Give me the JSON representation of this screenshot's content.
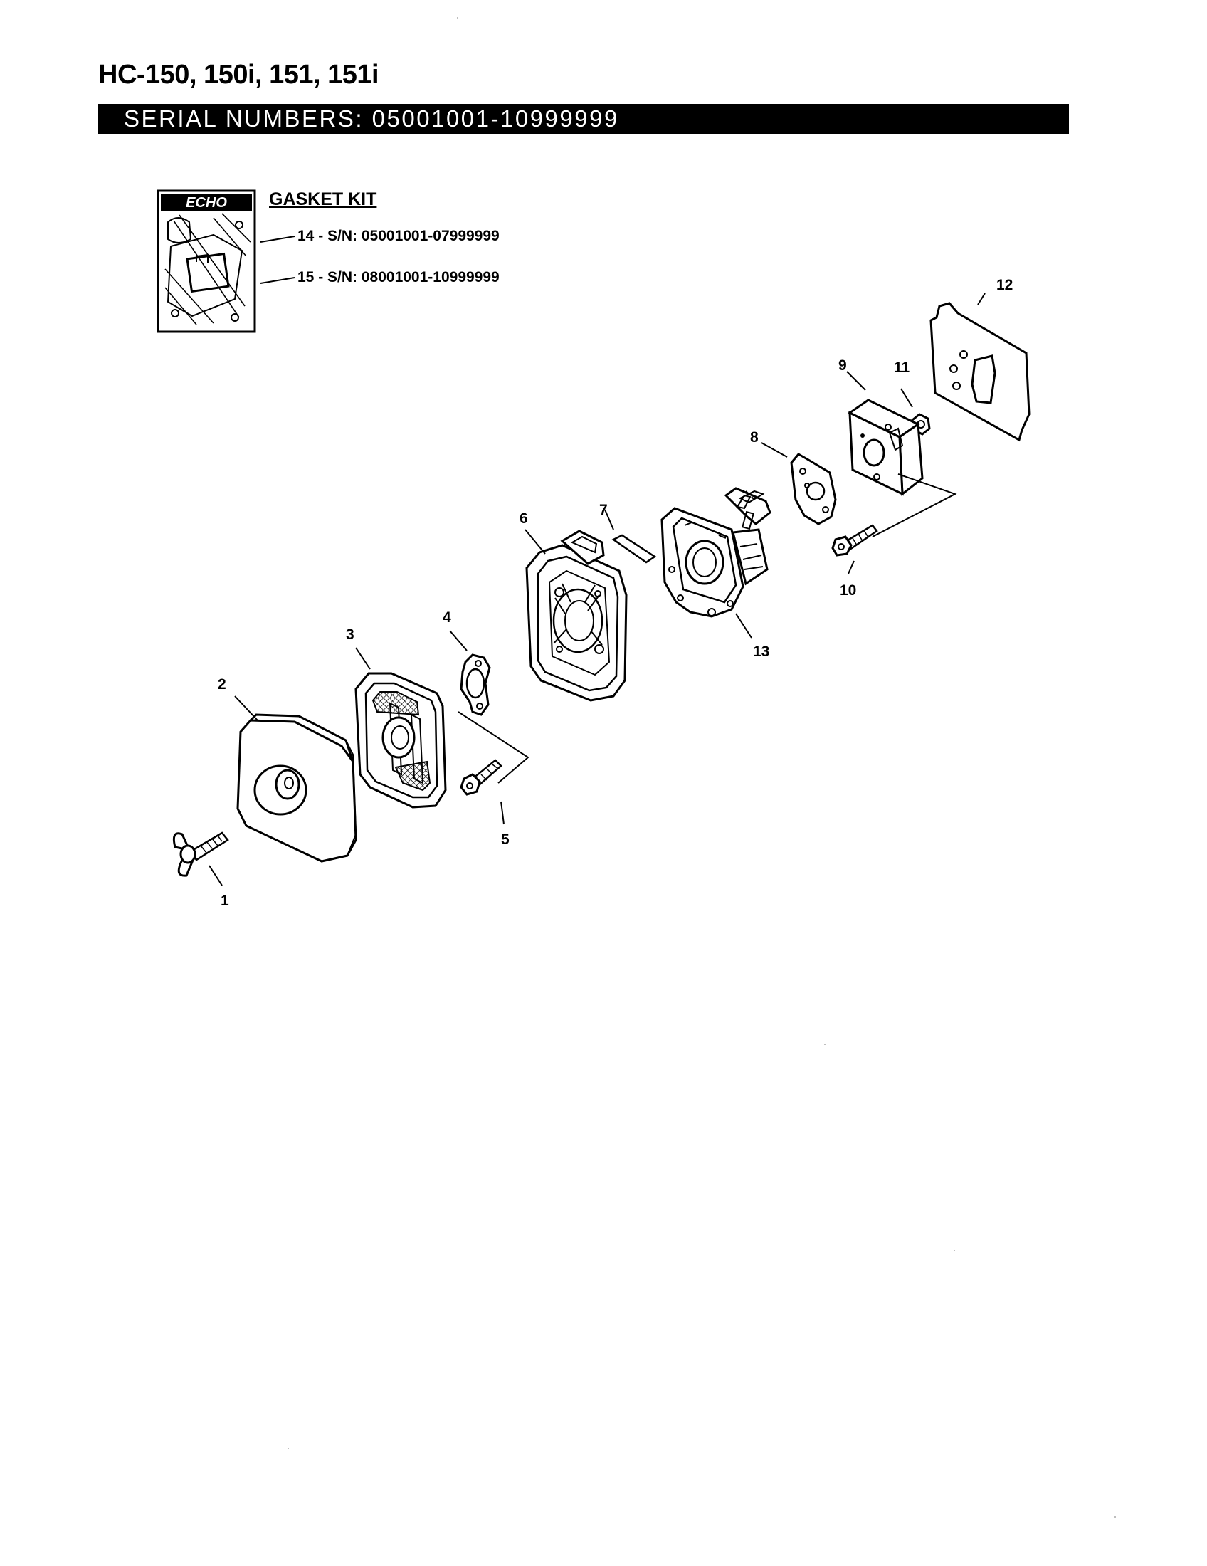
{
  "header": {
    "model_title": "HC-150, 150i, 151, 151i",
    "serial_bar": "SERIAL  NUMBERS:  05001001-10999999"
  },
  "gasket_kit": {
    "logo_text": "ECHO",
    "title": "GASKET KIT",
    "entries": [
      "14 - S/N:  05001001-07999999",
      "15 - S/N:  08001001-10999999"
    ]
  },
  "parts": [
    {
      "number": "1",
      "icon": "wing-bolt-icon"
    },
    {
      "number": "2",
      "icon": "air-cleaner-cover-icon"
    },
    {
      "number": "3",
      "icon": "air-filter-element-icon"
    },
    {
      "number": "4",
      "icon": "plate-icon"
    },
    {
      "number": "5",
      "icon": "bolt-icon"
    },
    {
      "number": "6",
      "icon": "air-cleaner-case-icon"
    },
    {
      "number": "7",
      "icon": "gasket-strip-icon"
    },
    {
      "number": "8",
      "icon": "carburetor-gasket-icon"
    },
    {
      "number": "9",
      "icon": "insulator-icon"
    },
    {
      "number": "10",
      "icon": "bolt-icon"
    },
    {
      "number": "11",
      "icon": "nut-icon"
    },
    {
      "number": "12",
      "icon": "insulator-gasket-icon"
    },
    {
      "number": "13",
      "icon": "carburetor-icon"
    }
  ]
}
